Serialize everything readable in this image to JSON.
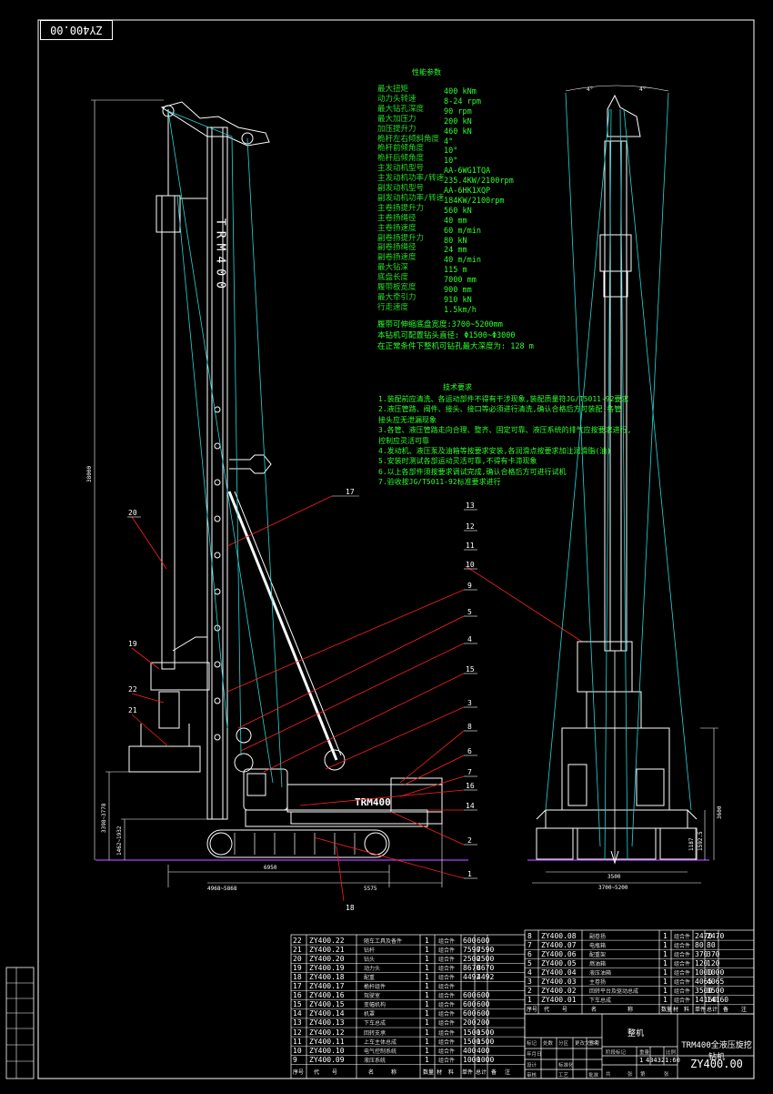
{
  "drawing": {
    "code_rotated": "ZY400.00",
    "code": "ZY400.00",
    "title": "TRM400全液压旋挖钻机",
    "assembly_label": "整机",
    "scale_qty": "1",
    "scale_weight": "43432",
    "scale_ratio": "1:60"
  },
  "specs": {
    "heading": "性能参数",
    "rows": [
      {
        "label": "最大扭矩",
        "value": "400 kNm"
      },
      {
        "label": "动力头转速",
        "value": "8-24 rpm"
      },
      {
        "label": "最大钻孔深度",
        "value": "90 rpm"
      },
      {
        "label": "最大加压力",
        "value": "200 kN"
      },
      {
        "label": "加压提升力",
        "value": "460 kN"
      },
      {
        "label": "桅杆左右倾斜角度",
        "value": "4°"
      },
      {
        "label": "桅杆前倾角度",
        "value": "10°"
      },
      {
        "label": "桅杆后倾角度",
        "value": "10°"
      },
      {
        "label": "主发动机型号",
        "value": "AA-6WG1TQA"
      },
      {
        "label": "主发动机功率/转速",
        "value": "235.4KW/2100rpm"
      },
      {
        "label": "副发动机型号",
        "value": "AA-6HK1XQP"
      },
      {
        "label": "副发动机功率/转速",
        "value": "184KW/2100rpm"
      },
      {
        "label": "主卷扬提升力",
        "value": "560 kN"
      },
      {
        "label": "主卷扬绳径",
        "value": "40 mm"
      },
      {
        "label": "主卷扬速度",
        "value": "60 m/min"
      },
      {
        "label": "副卷扬提升力",
        "value": "80 kN"
      },
      {
        "label": "副卷扬绳径",
        "value": "24 mm"
      },
      {
        "label": "副卷扬速度",
        "value": "40 m/min"
      },
      {
        "label": "最大钻深",
        "value": "115 m"
      },
      {
        "label": "底盘长度",
        "value": "7000 mm"
      },
      {
        "label": "履带板宽度",
        "value": "900 mm"
      },
      {
        "label": "最大牵引力",
        "value": "910 kN"
      },
      {
        "label": "行走速度",
        "value": "1.5km/h"
      }
    ],
    "notes": [
      "履带可伸缩底盘宽度:3700~5200mm",
      "本钻机可配置钻头直径: Φ1500~Φ3000",
      "在正常条件下整机可钻孔最大深度为: 128 m"
    ]
  },
  "tech": {
    "heading": "技术要求",
    "lines": [
      "1.装配前应清洗、各运动部件不得有干涉现象,装配质量符JG/T5011-92要求",
      "2.液压管路、阀件、接头、接口等必须进行清洗,确认合格后方可装配,各管",
      "   接头应无泄漏现象",
      "3.各管、液压管路走向合理、整齐、固定可靠、液压系统的排气应按要求进行,",
      "   控制应灵活可靠",
      "4.发动机、液压泵及油箱等按要求安装,各润滑点按要求加注润滑脂(油)",
      "5.安装时测试各部运动灵活可靠,不得有卡滞现象",
      "6.以上各部件须按要求调试完成,确认合格后方可进行试机",
      "7.验收按JG/T5011-92标准要求进行"
    ]
  },
  "dimensions": {
    "total_height": "38000",
    "lower_height": "3398~3778",
    "track_height": "1462~1932",
    "base_length": "6950",
    "counterweight": "4968~5868",
    "tail": "5575",
    "front_track": "3500",
    "front_width": "3700~5200",
    "front_h1": "3600",
    "front_h2": "1592.5",
    "front_h3": "1187",
    "tilt_left": "4°",
    "tilt_right": "4°"
  },
  "callouts": {
    "side": [
      "20",
      "17",
      "9",
      "5",
      "4",
      "15",
      "3",
      "8",
      "6",
      "7",
      "16",
      "14",
      "2",
      "1",
      "18",
      "19",
      "22",
      "21"
    ],
    "front": [
      "13",
      "12",
      "11",
      "10"
    ]
  },
  "machine_text": {
    "mast_text": "TRM400",
    "body_text": "TRM400"
  },
  "bom_left": [
    {
      "no": "22",
      "code": "ZY400.22",
      "name": "随车工具及备件",
      "qty": "1",
      "mat": "组合件",
      "w1": "600",
      "w2": "600"
    },
    {
      "no": "21",
      "code": "ZY400.21",
      "name": "钻杆",
      "qty": "1",
      "mat": "组合件",
      "w1": "7590",
      "w2": "7590"
    },
    {
      "no": "20",
      "code": "ZY400.20",
      "name": "钻头",
      "qty": "1",
      "mat": "组合件",
      "w1": "2500",
      "w2": "2500"
    },
    {
      "no": "19",
      "code": "ZY400.19",
      "name": "动力头",
      "qty": "1",
      "mat": "组合件",
      "w1": "8670",
      "w2": "8670"
    },
    {
      "no": "18",
      "code": "ZY400.18",
      "name": "配重",
      "qty": "1",
      "mat": "组合件",
      "w1": "4492",
      "w2": "4492"
    },
    {
      "no": "17",
      "code": "ZY400.17",
      "name": "桅杆组件",
      "qty": "1",
      "mat": "组合件",
      "w1": "",
      "w2": ""
    },
    {
      "no": "16",
      "code": "ZY400.16",
      "name": "驾驶室",
      "qty": "1",
      "mat": "组合件",
      "w1": "600",
      "w2": "600"
    },
    {
      "no": "15",
      "code": "ZY400.15",
      "name": "变幅机构",
      "qty": "1",
      "mat": "组合件",
      "w1": "600",
      "w2": "600"
    },
    {
      "no": "14",
      "code": "ZY400.14",
      "name": "机罩",
      "qty": "1",
      "mat": "组合件",
      "w1": "600",
      "w2": "600"
    },
    {
      "no": "13",
      "code": "ZY400.13",
      "name": "下车总成",
      "qty": "1",
      "mat": "组合件",
      "w1": "200",
      "w2": "200"
    },
    {
      "no": "12",
      "code": "ZY400.12",
      "name": "回转支承",
      "qty": "1",
      "mat": "组合件",
      "w1": "1500",
      "w2": "1500"
    },
    {
      "no": "11",
      "code": "ZY400.11",
      "name": "上车主体总成",
      "qty": "1",
      "mat": "组合件",
      "w1": "1500",
      "w2": "1500"
    },
    {
      "no": "10",
      "code": "ZY400.10",
      "name": "电气控制系统",
      "qty": "1",
      "mat": "组合件",
      "w1": "400",
      "w2": "400"
    },
    {
      "no": "9",
      "code": "ZY400.09",
      "name": "液压系统",
      "qty": "1",
      "mat": "组合件",
      "w1": "1000",
      "w2": "1000"
    }
  ],
  "bom_left_header": [
    "序号",
    "代",
    "号",
    "名",
    "称",
    "数量",
    "材",
    "料",
    "单件",
    "总计",
    "备",
    "注"
  ],
  "bom_right": [
    {
      "no": "8",
      "code": "ZY400.08",
      "name": "副卷扬",
      "qty": "1",
      "mat": "组合件",
      "w1": "2470",
      "w2": "2470"
    },
    {
      "no": "7",
      "code": "ZY400.07",
      "name": "电瓶箱",
      "qty": "1",
      "mat": "组合件",
      "w1": "80",
      "w2": "80"
    },
    {
      "no": "6",
      "code": "ZY400.06",
      "name": "配重架",
      "qty": "1",
      "mat": "组合件",
      "w1": "370",
      "w2": "370"
    },
    {
      "no": "5",
      "code": "ZY400.05",
      "name": "燃油箱",
      "qty": "1",
      "mat": "组合件",
      "w1": "120",
      "w2": "120"
    },
    {
      "no": "4",
      "code": "ZY400.04",
      "name": "液压油箱",
      "qty": "1",
      "mat": "组合件",
      "w1": "1000",
      "w2": "1000"
    },
    {
      "no": "3",
      "code": "ZY400.03",
      "name": "主卷扬",
      "qty": "1",
      "mat": "组合件",
      "w1": "4065",
      "w2": "4065"
    },
    {
      "no": "2",
      "code": "ZY400.02",
      "name": "回转平台及驱动总成",
      "qty": "1",
      "mat": "组合件",
      "w1": "3500",
      "w2": "3500"
    },
    {
      "no": "1",
      "code": "ZY400.01",
      "name": "下车总成",
      "qty": "1",
      "mat": "组合件",
      "w1": "14160",
      "w2": "14160"
    }
  ],
  "bom_right_header": [
    "序号",
    "代",
    "号",
    "名",
    "称",
    "数量",
    "材",
    "料",
    "单件",
    "总计",
    "备",
    "注"
  ],
  "revision_cells": [
    "标记",
    "处数",
    "分区",
    "更改文件号",
    "签名",
    "年月日",
    "设计",
    "标准化",
    "审核",
    "工艺",
    "批准",
    "阶段标记",
    "重量",
    "比例",
    "共",
    "张",
    "第",
    "张"
  ],
  "colors": {
    "background": "#000000",
    "lines": "#ffffff",
    "text_green": "#2cff2c",
    "cyan": "#27d6d6",
    "callout_red": "#ff2020",
    "ground": "#b040ff"
  }
}
